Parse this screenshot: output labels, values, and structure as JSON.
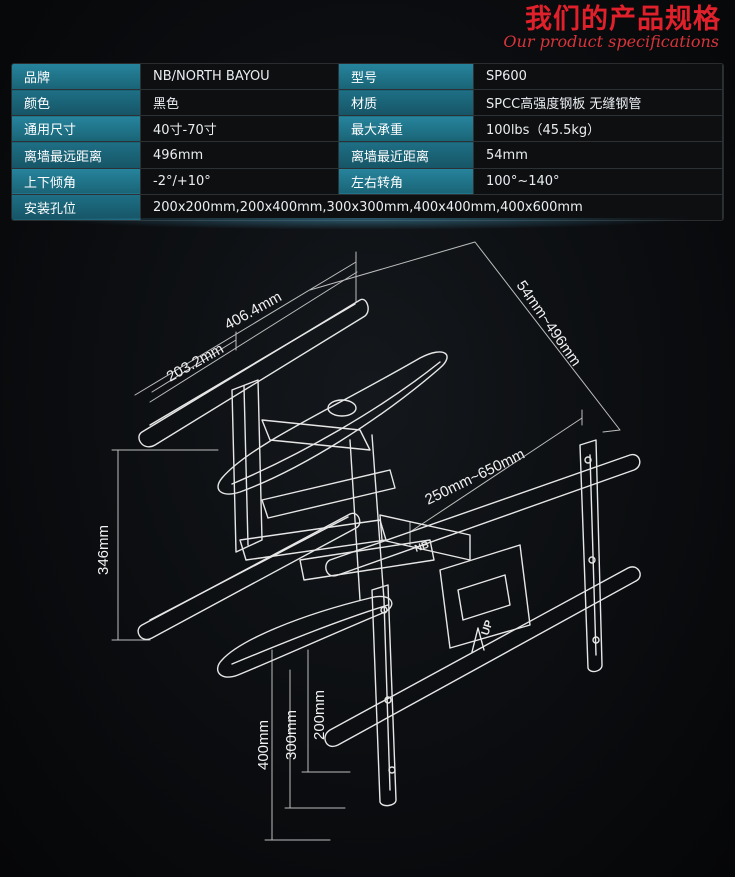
{
  "header": {
    "title_zh": "我们的产品规格",
    "title_en": "Our product specifications"
  },
  "specs": {
    "rows": [
      [
        "品牌",
        "NB/NORTH BAYOU",
        "型号",
        "SP600"
      ],
      [
        "颜色",
        "黑色",
        "材质",
        "SPCC高强度钢板 无缝钢管"
      ],
      [
        "通用尺寸",
        "40寸-70寸",
        "最大承重",
        "100lbs（45.5kg）"
      ],
      [
        "离墙最远距离",
        "496mm",
        "离墙最近距离",
        "54mm"
      ],
      [
        "上下倾角",
        "-2°/+10°",
        "左右转角",
        "100°~140°"
      ]
    ],
    "hole_label": "安装孔位",
    "hole_value": "200x200mm,200x400mm,300x300mm,400x400mm,400x600mm"
  },
  "drawing": {
    "dims": {
      "wall_width": "406.4mm",
      "wall_holes": "203.2mm",
      "extension": "54mm~496mm",
      "rail_span": "250mm~650mm",
      "height": "346mm",
      "v400": "400mm",
      "v300": "300mm",
      "v200": "200mm"
    },
    "logo": "NB",
    "up_mark": "UP"
  }
}
